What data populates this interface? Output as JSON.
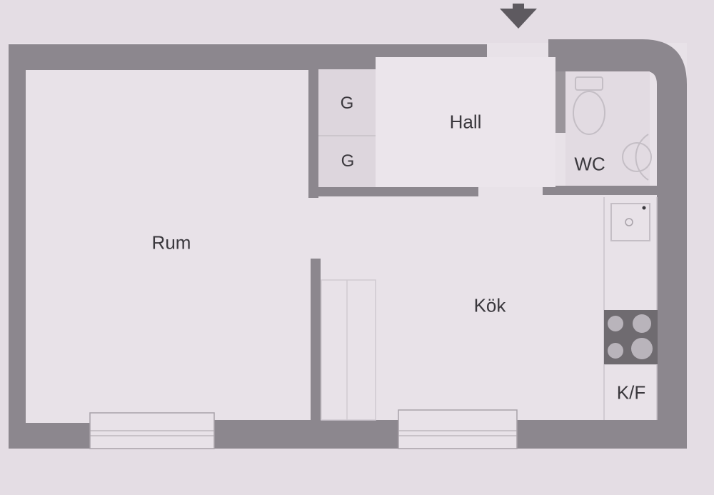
{
  "floor_plan": {
    "rooms": {
      "rum": "Rum",
      "hall": "Hall",
      "kok": "Kök",
      "wc": "WC",
      "kf": "K/F",
      "garderob_1": "G",
      "garderob_2": "G"
    },
    "colors": {
      "background": "#e4dde4",
      "floor": "#e8e2e8",
      "wall": "#8c878e",
      "wall_dark": "#7a7579",
      "text": "#3a383d",
      "stove": "#6f6b70",
      "burner": "#b9b4bb",
      "fixture_line": "#c9c3ca",
      "window_frame": "#a8a2a9"
    },
    "icons": [
      "entrance-arrow-icon",
      "toilet-icon",
      "wash-basin-icon",
      "sink-icon",
      "stove-icon"
    ]
  }
}
